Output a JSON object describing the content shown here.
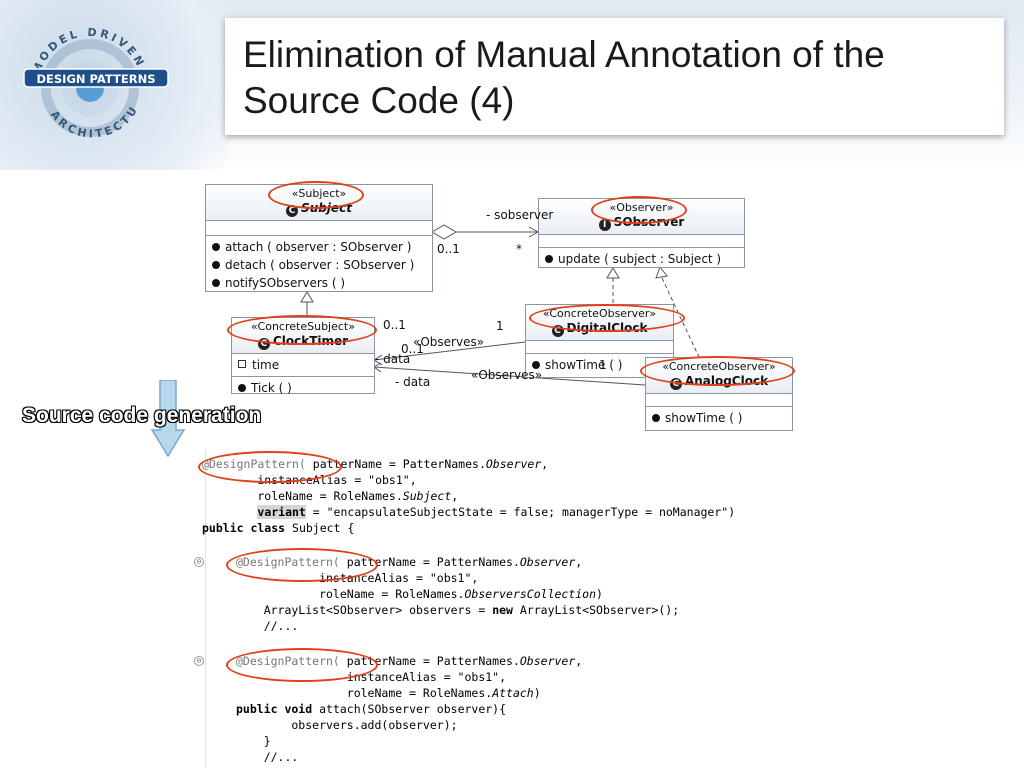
{
  "slide": {
    "title": "Elimination of Manual Annotation of the Source Code (4)",
    "side_label": "Source code generation",
    "accent_color": "#e0401a"
  },
  "logo": {
    "ring_top": "MODEL DRIVEN",
    "banner": "DESIGN PATTERNS",
    "ring_bottom": "ARCHITECTURE"
  },
  "uml": {
    "subject": {
      "stereotype": "«Subject»",
      "name": "Subject",
      "ops": [
        "attach ( observer : SObserver )",
        "detach ( observer : SObserver )",
        "notifySObservers ( )"
      ]
    },
    "observer": {
      "stereotype": "«Observer»",
      "name": "SObserver",
      "ops": [
        "update ( subject : Subject )"
      ]
    },
    "clocktimer": {
      "stereotype": "«ConcreteSubject»",
      "name": "ClockTimer",
      "attrs": [
        "time"
      ],
      "ops": [
        "Tick ( )"
      ]
    },
    "digitalclock": {
      "stereotype": "«ConcreteObserver»",
      "name": "DigitalClock",
      "ops": [
        "showTime ( )"
      ]
    },
    "analogclock": {
      "stereotype": "«ConcreteObserver»",
      "name": "AnalogClock",
      "ops": [
        "showTime ( )"
      ]
    },
    "labels": {
      "sobserver_role": "- sobserver",
      "mult_01_top": "0..1",
      "mult_star": "*",
      "mult_01_mid": "0..1",
      "mult_1": "1",
      "observes_1": "«Observes»",
      "mult_01_low": "0..1",
      "data_1": "- data",
      "mult_1b": "1",
      "data_2": "- data",
      "observes_2": "«Observes»"
    }
  },
  "code": {
    "l1a": "@DesignPattern(",
    "l1b": " patterName = PatterNames.",
    "l1c": "Observer",
    "l1d": ",",
    "l2": "        instanceAlias = \"obs1\",",
    "l3a": "        roleName = RoleNames.",
    "l3b": "Subject",
    "l3c": ",",
    "l4a": "        ",
    "l4b": "variant",
    "l4c": " = \"encapsulateSubjectState = false; managerType = noManager\")",
    "l5a": "public class",
    "l5b": " Subject {",
    "l6a": "@DesignPattern(",
    "l6b": " patterName = PatterNames.",
    "l6c": "Observer",
    "l6d": ",",
    "l7": "            instanceAlias = \"obs1\",",
    "l8a": "            roleName = RoleNames.",
    "l8b": "ObserversCollection",
    "l8c": ")",
    "l9a": "    ArrayList<SObserver> observers = ",
    "l9b": "new",
    "l9c": " ArrayList<SObserver>();",
    "l10": "    //...",
    "l11a": "@DesignPattern(",
    "l11b": " patterName = PatterNames.",
    "l11c": "Observer",
    "l11d": ",",
    "l12": "                instanceAlias = \"obs1\",",
    "l13a": "                roleName = RoleNames.",
    "l13b": "Attach",
    "l13c": ")",
    "l14a": "public void",
    "l14b": " attach(SObserver observer){",
    "l15": "        observers.add(observer);",
    "l16": "    }",
    "l17": "    //...",
    "fold_glyph": "⊖"
  }
}
